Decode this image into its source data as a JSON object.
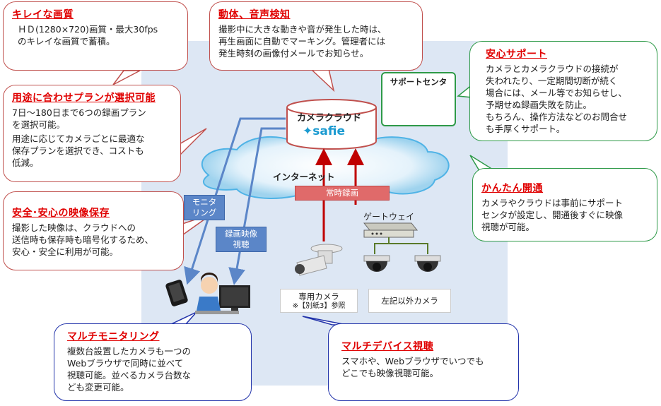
{
  "callouts": {
    "quality": {
      "title": "キレイな画質",
      "lines": [
        "ＨＤ(1280×720)画質・最大30fps",
        "のキレイな画質で蓄積。"
      ]
    },
    "plan": {
      "title": "用途に合わせプランが選択可能",
      "p1": [
        "7日～180日まで6つの録画プラン",
        "を選択可能。"
      ],
      "p2": [
        "用途に応じてカメラごとに最適な",
        "保存プランを選択でき、コストも",
        "低減。"
      ]
    },
    "secure": {
      "title": "安全･安心の映像保存",
      "lines": [
        "撮影した映像は、クラウドへの",
        "送信時も保存時も暗号化するため、",
        "安心・安全に利用が可能。"
      ]
    },
    "detect": {
      "title": "動体、音声検知",
      "lines": [
        "撮影中に大きな動きや音が発生した時は、",
        "再生画面に自動でマーキング。管理者には",
        "発生時刻の画像付メールでお知らせ。"
      ]
    },
    "support": {
      "title": "安心サポート",
      "lines": [
        "カメラとカメラクラウドの接続が",
        "失われたり、一定期間切断が続く",
        "場合には、メール等でお知らせし、",
        "予期せぬ録画失敗を防止。",
        "もちろん、操作方法などのお問合せ",
        "も手厚くサポート。"
      ]
    },
    "easy": {
      "title": "かんたん開通",
      "lines": [
        "カメラやクラウドは事前にサポート",
        "センタが設定し、開通後すぐに映像",
        "視聴が可能。"
      ]
    },
    "multimon": {
      "title": "マルチモニタリング",
      "lines": [
        "複数台設置したカメラも一つの",
        "Webブラウザで同時に並べて",
        "視聴可能。並べるカメラ台数な",
        "ども変更可能。"
      ]
    },
    "multidev": {
      "title": "マルチデバイス視聴",
      "lines": [
        "スマホや、Webブラウザでいつでも",
        "どこでも映像視聴可能。"
      ]
    }
  },
  "diagram": {
    "cloud_label": "カメラクラウド",
    "safie_logo": "safie",
    "internet_label": "インターネット",
    "support_center": "サポートセンタ",
    "gateway": "ゲートウェイ",
    "monitoring_tag": [
      "モニタ",
      "リング"
    ],
    "playback_tag": [
      "録画映像",
      "視聴"
    ],
    "recording_tag": "常時録画",
    "dedicated_camera": [
      "専用カメラ",
      "※【別紙3】参照"
    ],
    "other_camera": "左記以外カメラ"
  },
  "colors": {
    "title_red": "#e00000",
    "arrow_blue": "#5b86c8",
    "arrow_red": "#c00000",
    "support_green": "#2e9a48"
  }
}
